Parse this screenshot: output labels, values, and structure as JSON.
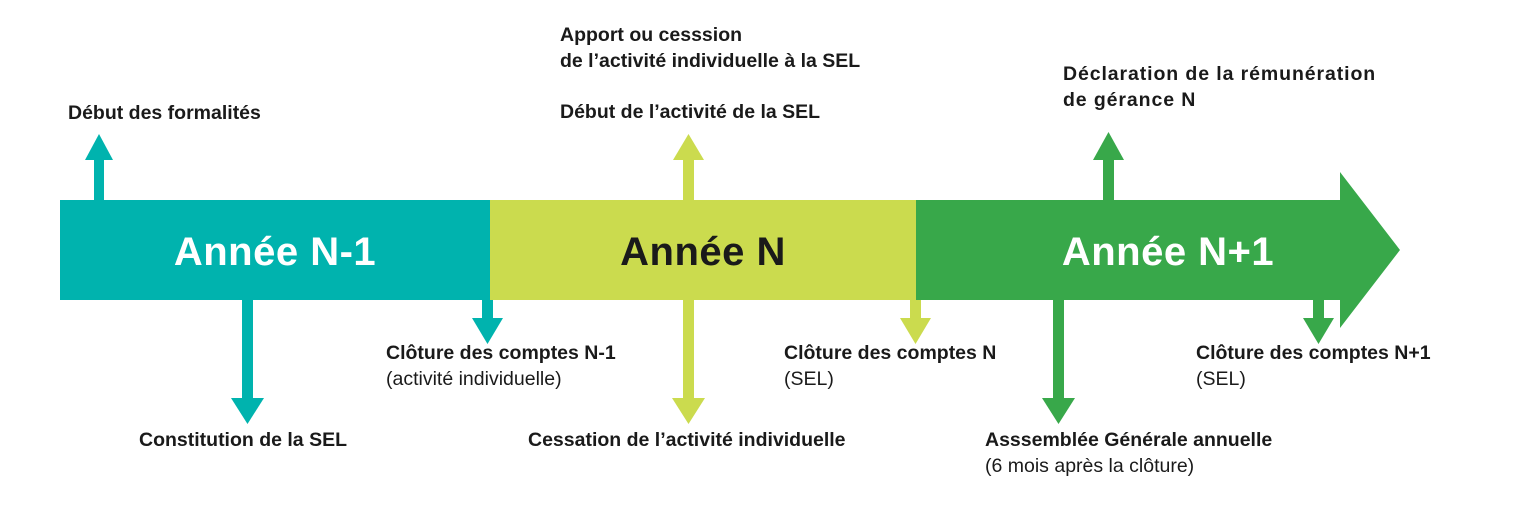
{
  "colors": {
    "teal": "#00B3AE",
    "lime": "#CBDB4E",
    "green": "#38A84A",
    "text": "#1a1a1a",
    "background": "#ffffff"
  },
  "timeline": {
    "segments": [
      {
        "label": "Année N-1",
        "color": "#00B3AE",
        "text_color": "#ffffff"
      },
      {
        "label": "Année N",
        "color": "#CBDB4E",
        "text_color": "#1a1a1a"
      },
      {
        "label": "Année N+1",
        "color": "#38A84A",
        "text_color": "#ffffff"
      }
    ]
  },
  "callouts": {
    "above": [
      {
        "id": "debut-des-formalites",
        "main": "Début des formalités",
        "sub": "",
        "arrow_color": "#00B3AE",
        "segment": "Année N-1"
      },
      {
        "id": "apport-ou-cesssion",
        "main": "Apport ou cesssion",
        "sub": "de l’activité individuelle à la SEL",
        "arrow_color": "#CBDB4E",
        "segment": "Année N"
      },
      {
        "id": "debut-de-l-activite-de-la-sel",
        "main": "Début de l’activité de la SEL",
        "sub": "",
        "arrow_color": "#CBDB4E",
        "segment": "Année N"
      },
      {
        "id": "declaration-de-la-remuneration",
        "main": "Déclaration de la rémunération",
        "sub": "de gérance N",
        "arrow_color": "#38A84A",
        "segment": "Année N+1"
      }
    ],
    "below_near": [
      {
        "id": "cloture-des-comptes-n-1",
        "main": "Clôture des comptes N-1",
        "sub": "(activité individuelle)",
        "arrow_color": "#00B3AE",
        "segment": "Année N-1"
      },
      {
        "id": "cloture-des-comptes-n",
        "main": "Clôture des comptes N",
        "sub": "(SEL)",
        "arrow_color": "#CBDB4E",
        "segment": "Année N"
      },
      {
        "id": "cloture-des-comptes-n-plus-1",
        "main": "Clôture des comptes N+1",
        "sub": "(SEL)",
        "arrow_color": "#38A84A",
        "segment": "Année N+1"
      }
    ],
    "below_far": [
      {
        "id": "constitution-de-la-sel",
        "main": "Constitution de la SEL",
        "sub": "",
        "arrow_color": "#00B3AE",
        "segment": "Année N-1"
      },
      {
        "id": "cessation-de-l-activite-individuelle",
        "main": "Cessation de l’activité individuelle",
        "sub": "",
        "arrow_color": "#CBDB4E",
        "segment": "Année N"
      },
      {
        "id": "assemblee-generale-annuelle",
        "main": "Asssemblée Générale annuelle",
        "sub": "(6 mois après la clôture)",
        "arrow_color": "#38A84A",
        "segment": "Année N+1"
      }
    ]
  }
}
